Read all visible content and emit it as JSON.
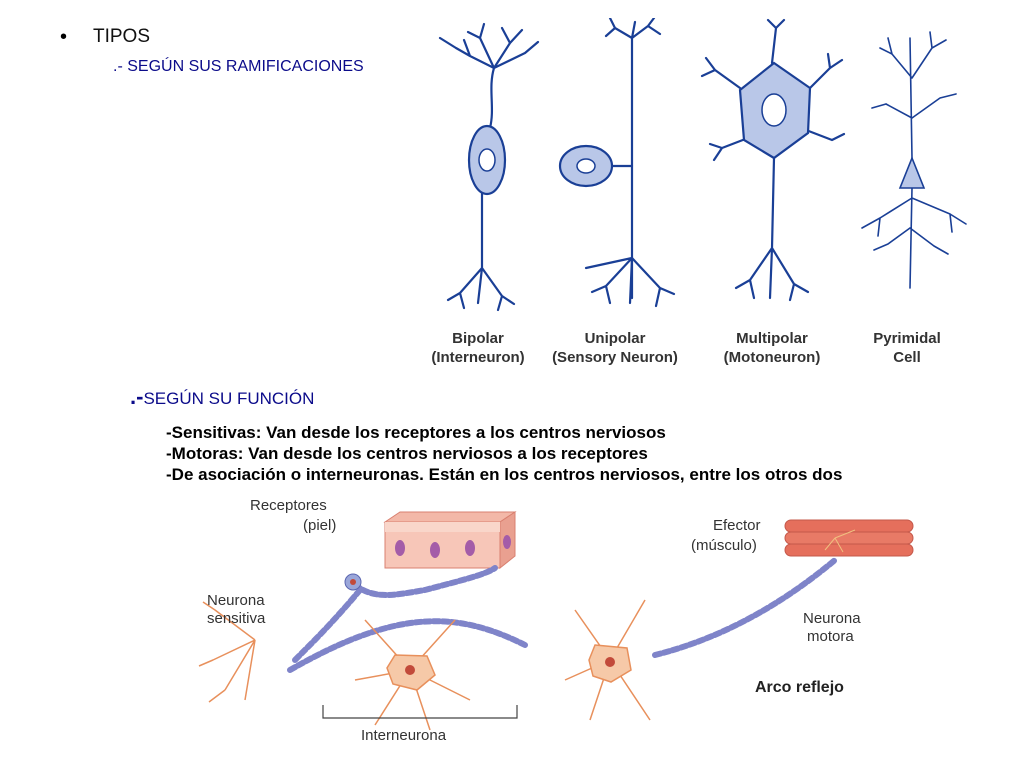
{
  "heading": {
    "bullet": "•",
    "title": "TIPOS",
    "subtitle_branches": ".- SEGÚN SUS RAMIFICACIONES",
    "subtitle_function_lead": ".-",
    "subtitle_function": "SEGÚN SU FUNCIÓN"
  },
  "function_list": [
    "-Sensitivas: Van desde los receptores a los centros nerviosos",
    "-Motoras: Van desde los centros nerviosos a  los receptores",
    "-De asociación o interneuronas. Están en los centros nerviosos, entre los otros dos"
  ],
  "neuron_types": {
    "bipolar": {
      "name": "Bipolar",
      "sub": "(Interneuron)"
    },
    "unipolar": {
      "name": "Unipolar",
      "sub": "(Sensory Neuron)"
    },
    "multipolar": {
      "name": "Multipolar",
      "sub": "(Motoneuron)"
    },
    "pyramidal": {
      "name": "Pyrimidal",
      "sub": "Cell"
    }
  },
  "reflex_arc": {
    "receptors": "Receptores",
    "receptors_sub": "(piel)",
    "effector": "Efector",
    "effector_sub": "(músculo)",
    "sensory": "Neurona",
    "sensory_sub": "sensitiva",
    "motor": "Neurona",
    "motor_sub": "motora",
    "interneuron": "Interneurona",
    "title": "Arco reflejo"
  },
  "colors": {
    "neuron_outline": "#1a3f96",
    "neuron_fill": "#b9c7e8",
    "subtitle": "#0b0b8a",
    "arc_neuron": "#f6c9a8",
    "arc_stroke": "#e8905c",
    "myelin": "#7f84c9"
  }
}
